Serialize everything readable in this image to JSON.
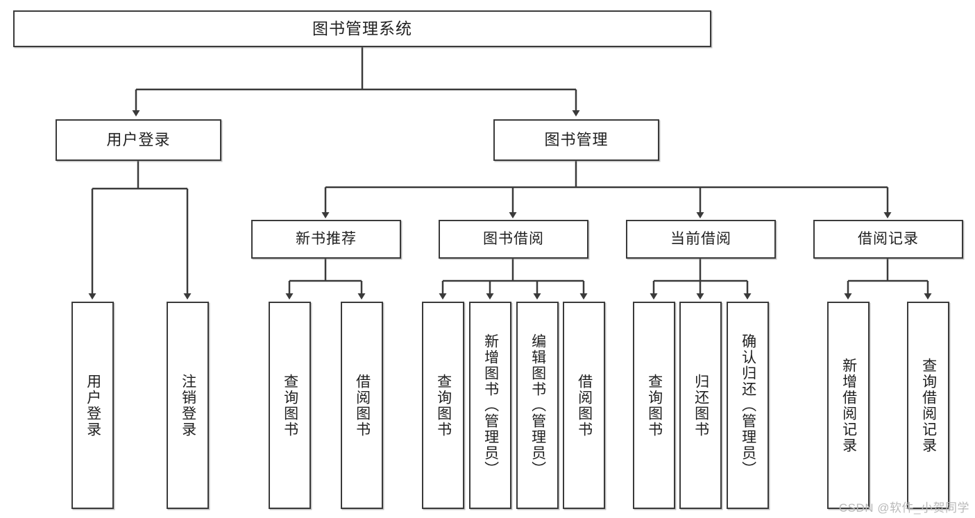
{
  "diagram": {
    "title": "图书管理系统",
    "type": "tree",
    "root": {
      "id": "root",
      "label": "图书管理系统"
    },
    "level2": [
      {
        "id": "user-login",
        "label": "用户登录"
      },
      {
        "id": "book-manage",
        "label": "图书管理"
      }
    ],
    "level3": [
      {
        "id": "new-book-recommend",
        "label": "新书推荐"
      },
      {
        "id": "book-borrow",
        "label": "图书借阅"
      },
      {
        "id": "current-borrow",
        "label": "当前借阅"
      },
      {
        "id": "borrow-record",
        "label": "借阅记录"
      }
    ],
    "leaves": [
      {
        "id": "leaf-user-login",
        "label": "用户登录",
        "parent": "user-login"
      },
      {
        "id": "leaf-logout",
        "label": "注销登录",
        "parent": "user-login"
      },
      {
        "id": "leaf-query-book-1",
        "label": "查询图书",
        "parent": "new-book-recommend"
      },
      {
        "id": "leaf-borrow-book-1",
        "label": "借阅图书",
        "parent": "new-book-recommend"
      },
      {
        "id": "leaf-query-book-2",
        "label": "查询图书",
        "parent": "book-borrow"
      },
      {
        "id": "leaf-add-book",
        "label": "新增图书（管理员）",
        "parent": "book-borrow"
      },
      {
        "id": "leaf-edit-book",
        "label": "编辑图书（管理员）",
        "parent": "book-borrow"
      },
      {
        "id": "leaf-borrow-book-2",
        "label": "借阅图书",
        "parent": "book-borrow"
      },
      {
        "id": "leaf-query-book-3",
        "label": "查询图书",
        "parent": "current-borrow"
      },
      {
        "id": "leaf-return-book",
        "label": "归还图书",
        "parent": "current-borrow"
      },
      {
        "id": "leaf-confirm-return",
        "label": "确认归还（管理员）",
        "parent": "current-borrow"
      },
      {
        "id": "leaf-add-record",
        "label": "新增借阅记录",
        "parent": "borrow-record"
      },
      {
        "id": "leaf-query-record",
        "label": "查询借阅记录",
        "parent": "borrow-record"
      }
    ]
  },
  "watermark": {
    "text": "CSDN @软件_小贺同学"
  },
  "colors": {
    "stroke": "#3a3a3a",
    "box_fill": "#ffffff",
    "text": "#202020",
    "watermark": "#b9b9b9",
    "background": "#ffffff"
  }
}
